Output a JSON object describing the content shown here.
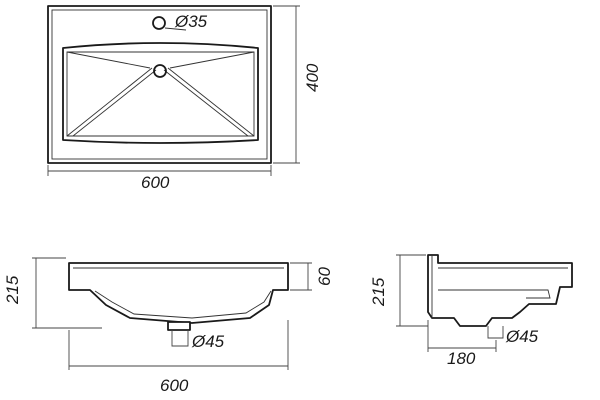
{
  "top_view": {
    "tap_hole_dim": "Ø35",
    "width_dim": "600",
    "depth_dim": "400"
  },
  "front_view": {
    "height_dim": "215",
    "rim_dim": "60",
    "drain_dim": "Ø45",
    "width_dim": "600"
  },
  "side_view": {
    "height_dim": "215",
    "drain_dim": "Ø45",
    "drain_offset_dim": "180"
  }
}
